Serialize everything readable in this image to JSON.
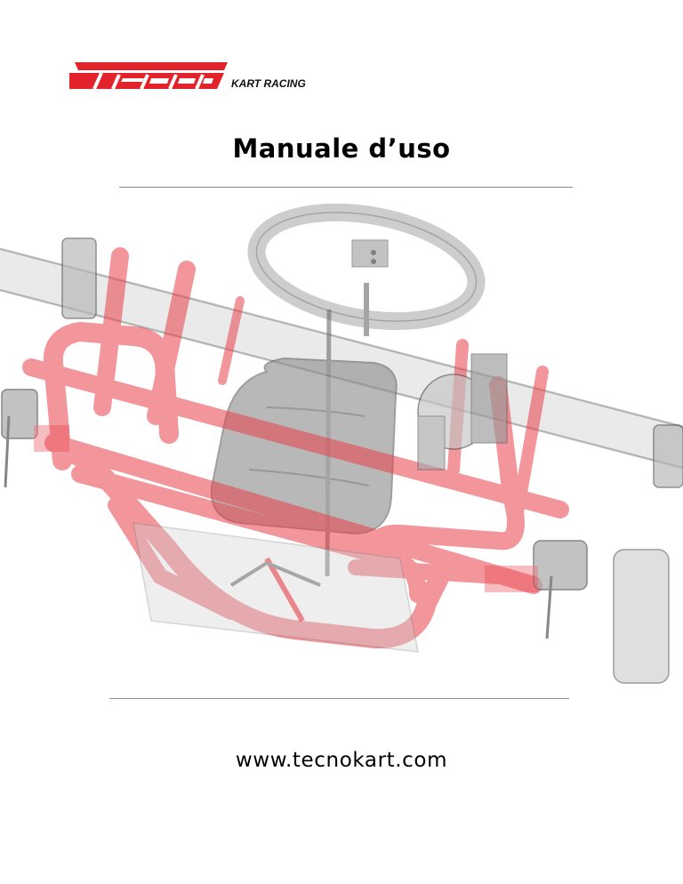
{
  "logo": {
    "brand": "TECNO",
    "tagline": "KART RACING",
    "brand_color": "#e3232b"
  },
  "document": {
    "title": "Manuale d’uso",
    "website": "www.tecnokart.com"
  },
  "illustration": {
    "subject": "kart-chassis-xray-render",
    "frame_color": "#e8414a",
    "parts_color": "#7a7a7a"
  }
}
